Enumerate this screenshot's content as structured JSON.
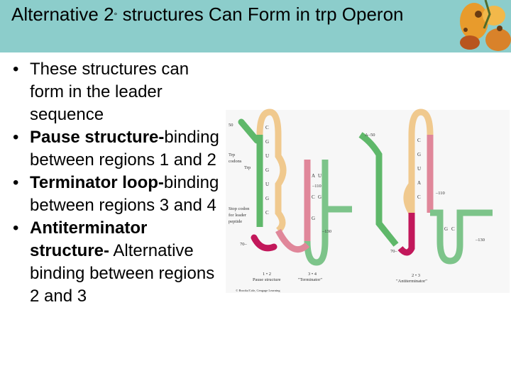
{
  "slide": {
    "title_pre": "Alternative 2",
    "title_degree": "°",
    "title_post": " structures Can Form in trp Operon",
    "bullets": [
      {
        "bold": "",
        "text": "These structures can form in the leader sequence"
      },
      {
        "bold": "Pause structure-",
        "text": "binding between regions 1 and 2"
      },
      {
        "bold": "Terminator loop-",
        "text": "binding between regions 3 and 4"
      },
      {
        "bold": "Antiterminator structure-",
        "text": " Alternative binding between regions 2 and 3"
      }
    ]
  },
  "figure": {
    "left_labels": {
      "pos_50": "50",
      "trp_codons_1": "Trp",
      "trp_codons_2": "codons",
      "trp_codons_3": "Trp",
      "stop_1": "Stop codon",
      "stop_2": "for leader",
      "stop_3": "peptide",
      "pos_70": "70–",
      "pos_110": "–110",
      "pos_130": "–130",
      "caption_pause_num": "1 • 2",
      "caption_pause": "Pause structure",
      "caption_term_num": "3 • 4",
      "caption_term": "\"Terminator\"",
      "copyright": "© Brooks/Cole, Cengage Learning"
    },
    "right_labels": {
      "pos_50": "A–50",
      "pos_110": "–110",
      "pos_70": "70–",
      "pos_130": "–130",
      "caption_num": "2 • 3",
      "caption": "\"Antiterminator\""
    },
    "colors": {
      "region1": "#5fb86a",
      "region2": "#f0c98e",
      "region3": "#e0879a",
      "region4": "#7dc48a",
      "stop": "#c2185b",
      "panel_bg": "#f7f7f7"
    }
  }
}
